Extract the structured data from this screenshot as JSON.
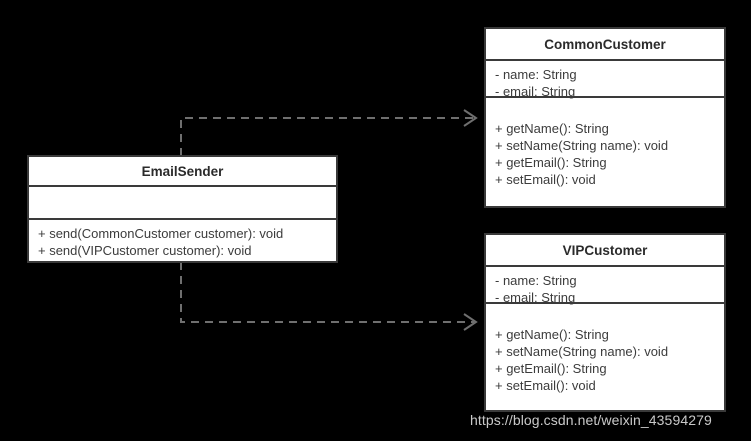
{
  "diagram": {
    "background_color": "#000000",
    "box_fill": "#ffffff",
    "box_border_color": "#3a3a3a",
    "arrow_color": "#6f6f6f",
    "text_color": "#3c3c3c"
  },
  "classes": {
    "email_sender": {
      "name": "EmailSender",
      "attributes": [],
      "methods": [
        "+ send(CommonCustomer customer): void",
        "+ send(VIPCustomer customer): void"
      ]
    },
    "common_customer": {
      "name": "CommonCustomer",
      "attributes": [
        "- name: String",
        "- email: String"
      ],
      "methods": [
        "+ getName(): String",
        "+ setName(String name): void",
        "+ getEmail(): String",
        "+ setEmail(): void"
      ]
    },
    "vip_customer": {
      "name": "VIPCustomer",
      "attributes": [
        "- name: String",
        "- email: String"
      ],
      "methods": [
        "+ getName(): String",
        "+ setName(String name): void",
        "+ getEmail(): String",
        "+ setEmail(): void"
      ]
    }
  },
  "relations": [
    {
      "name": "dependency-emailsender-to-commoncustomer",
      "from": "EmailSender",
      "to": "CommonCustomer",
      "type": "dependency",
      "style": "dashed-open-arrow"
    },
    {
      "name": "dependency-emailsender-to-vipcustomer",
      "from": "EmailSender",
      "to": "VIPCustomer",
      "type": "dependency",
      "style": "dashed-open-arrow"
    }
  ],
  "watermark": {
    "text": "https://blog.csdn.net/weixin_43594279"
  }
}
